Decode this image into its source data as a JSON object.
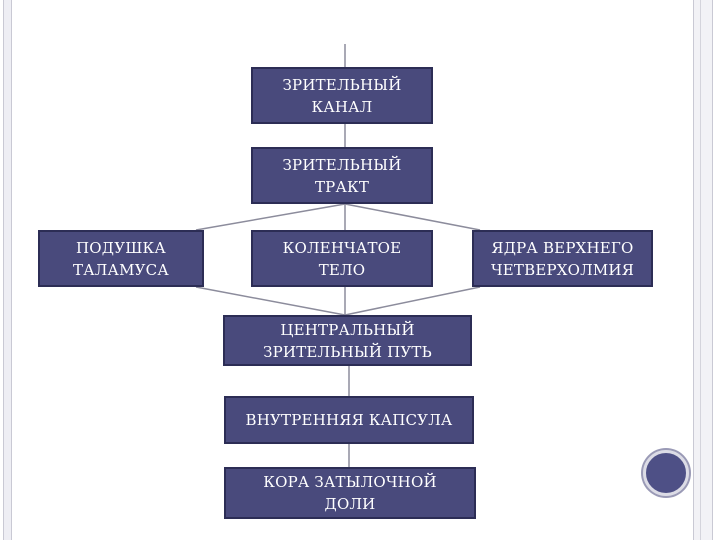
{
  "diagram": {
    "nodes": {
      "visual_canal": "ЗРИТЕЛЬНЫЙ\nКАНАЛ",
      "optic_tract": "ЗРИТЕЛЬНЫЙ\nТРАКТ",
      "pulvinar": "ПОДУШКА\nТАЛАМУСА",
      "geniculate_body": "КОЛЕНЧАТОЕ\nТЕЛО",
      "superior_colliculus_nuclei": "ЯДРА ВЕРХНЕГО\nЧЕТВЕРХОЛМИЯ",
      "central_visual_pathway": "ЦЕНТРАЛЬНЫЙ\nЗРИТЕЛЬНЫЙ ПУТЬ",
      "internal_capsule": "ВНУТРЕННЯЯ КАПСУЛА",
      "occipital_cortex": "КОРА ЗАТЫЛОЧНОЙ\nДОЛИ"
    },
    "colors": {
      "node_fill": "#494a7c",
      "node_border": "#2c2d55",
      "node_text": "#ffffff",
      "connector": "#8c8c9c",
      "accent_circle": "#4e5086"
    }
  }
}
